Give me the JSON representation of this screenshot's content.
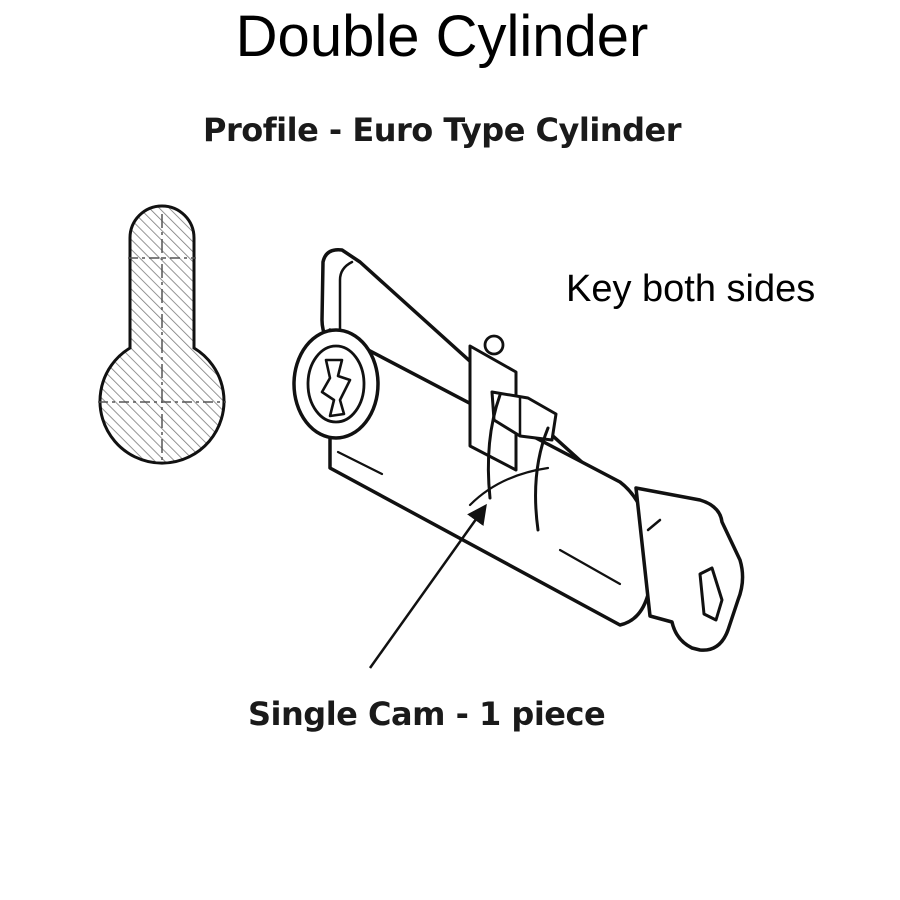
{
  "diagram": {
    "title": "Double Cylinder",
    "subtitle": "Profile - Euro Type Cylinder",
    "labels": {
      "keys": "Key both sides",
      "cam": "Single Cam - 1 piece"
    },
    "colors": {
      "line": "#111111",
      "hatch": "#7a7a7a",
      "text": "#000000"
    }
  }
}
